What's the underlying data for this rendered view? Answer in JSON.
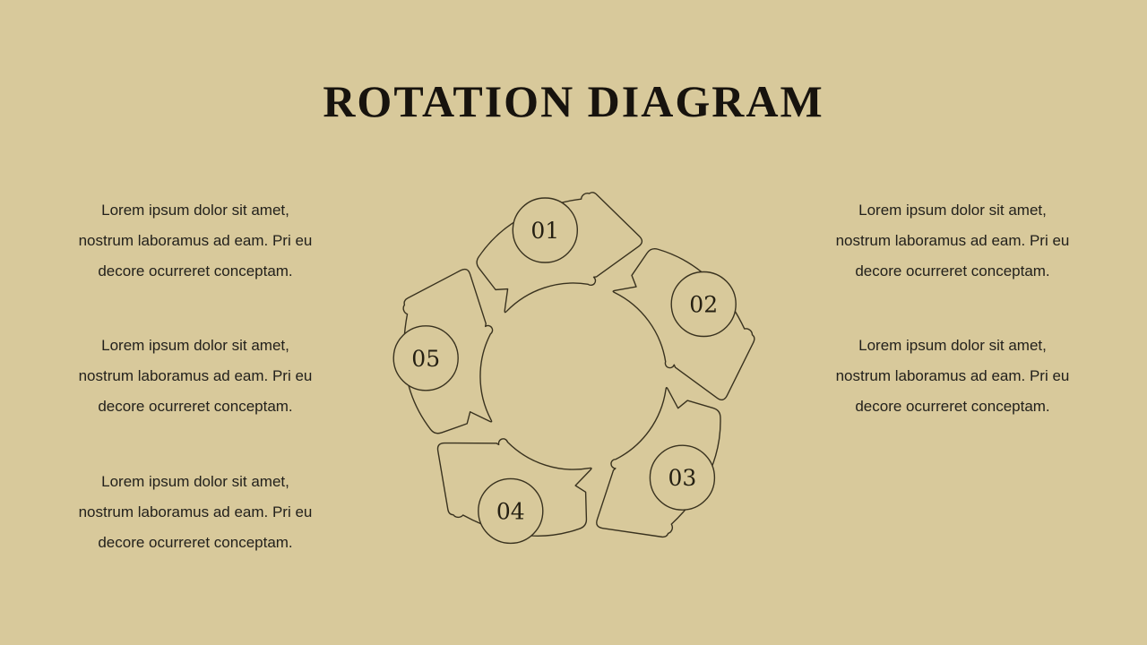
{
  "slide": {
    "title": "ROTATION DIAGRAM",
    "background_color": "#d8c99b",
    "outline_color": "#39321f",
    "text_color": "#23211c"
  },
  "paragraph": {
    "lines": [
      "Lorem ipsum dolor sit amet,",
      "nostrum laboramus ad eam. Pri eu",
      "decore ocurreret conceptam."
    ]
  },
  "text_blocks": [
    {
      "position": "left-top"
    },
    {
      "position": "left-middle"
    },
    {
      "position": "left-bottom"
    },
    {
      "position": "right-top"
    },
    {
      "position": "right-middle"
    }
  ],
  "diagram": {
    "type": "rotation-cycle",
    "steps": [
      {
        "label": "01"
      },
      {
        "label": "02"
      },
      {
        "label": "03"
      },
      {
        "label": "04"
      },
      {
        "label": "05"
      }
    ]
  }
}
